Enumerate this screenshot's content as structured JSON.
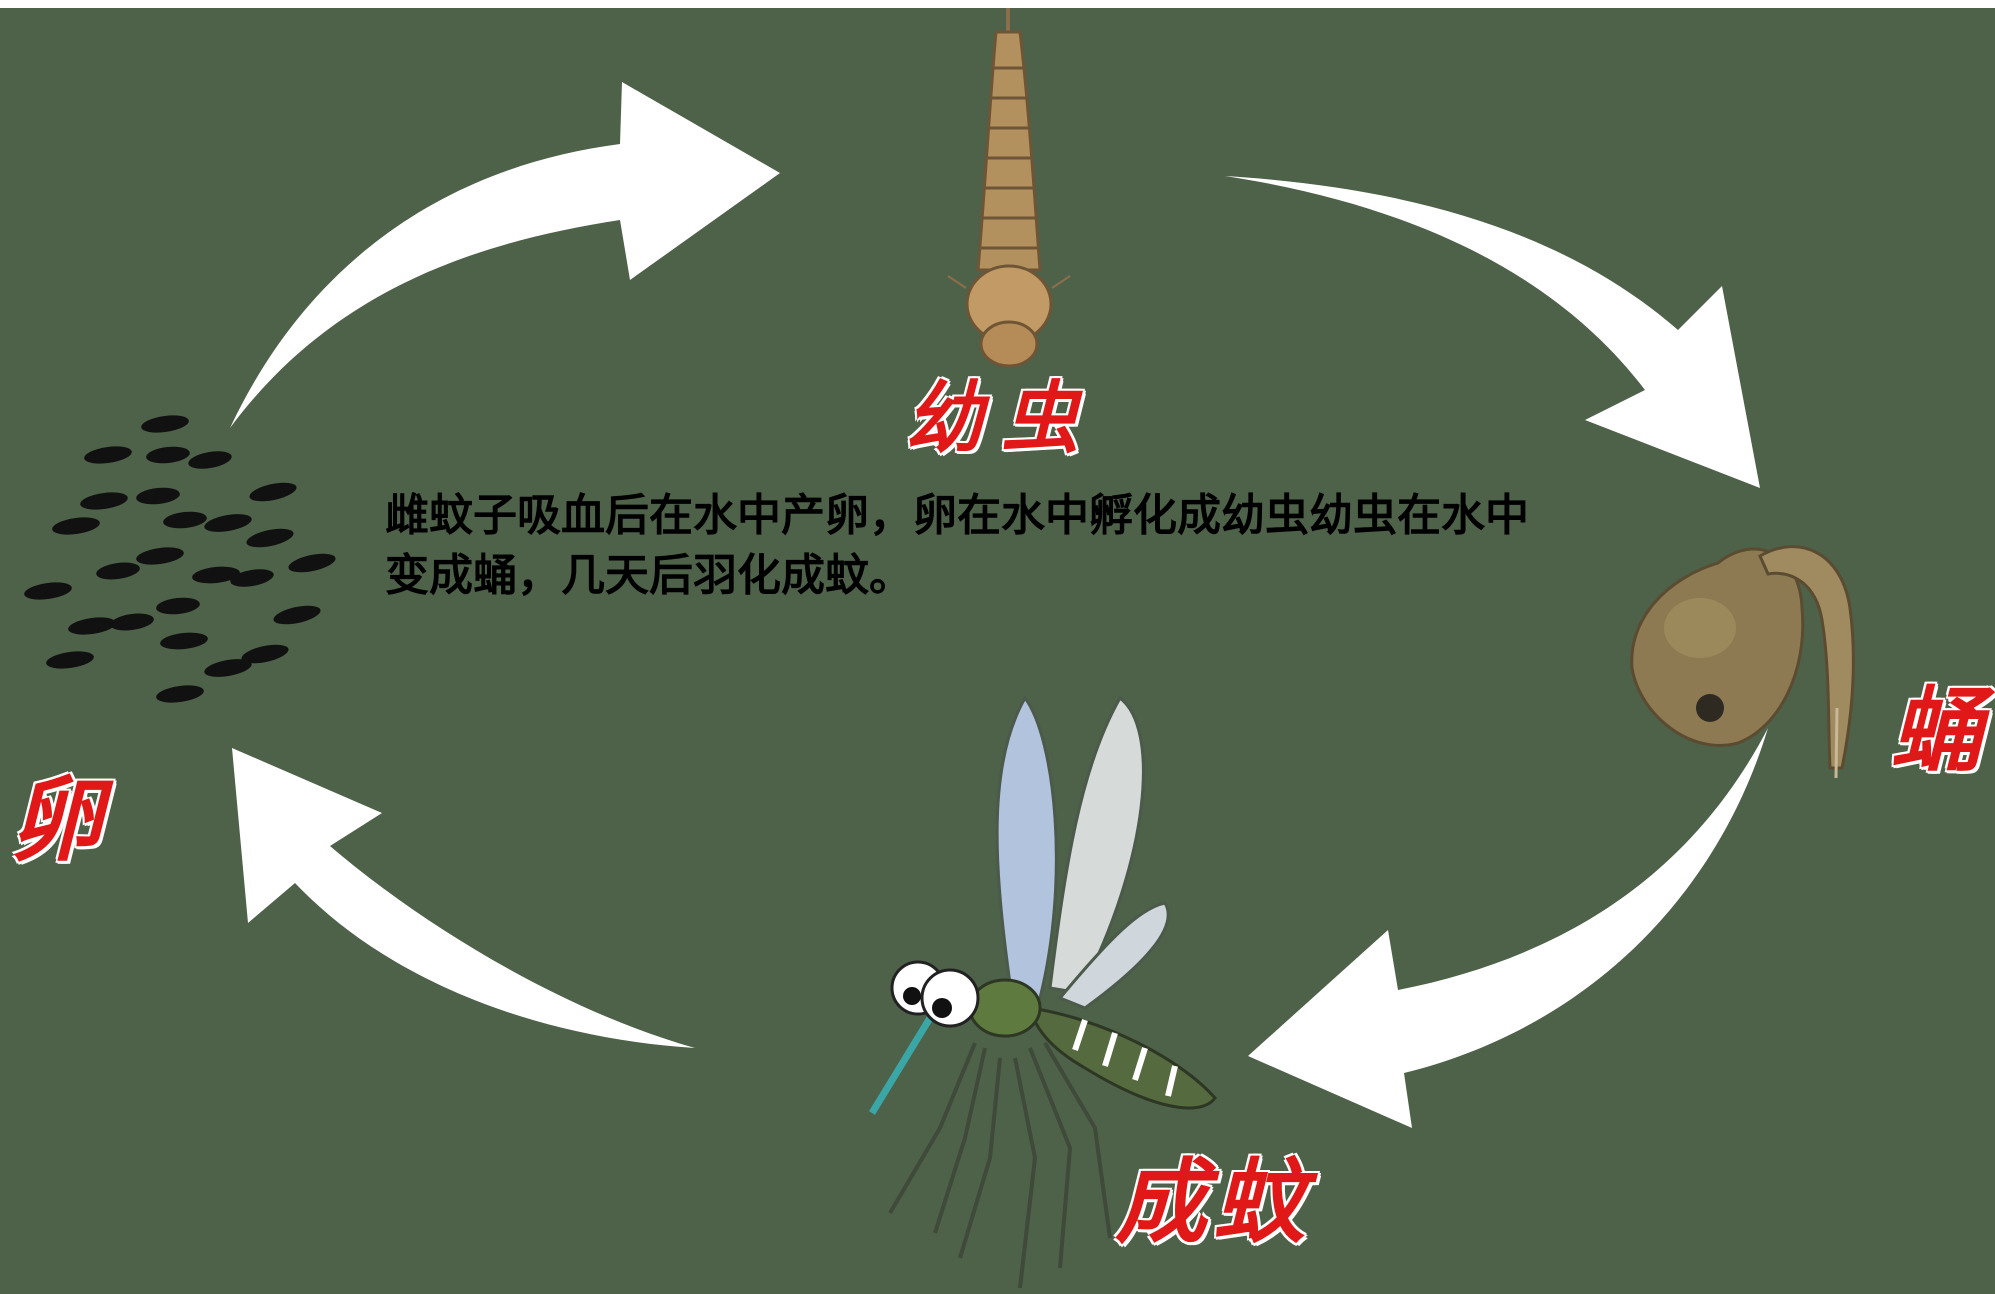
{
  "stages": {
    "larva": "幼虫",
    "pupa": "蛹",
    "adult": "成蚊",
    "egg": "卵"
  },
  "description": "雌蚊子吸血后在水中产卵，卵在水中孵化成幼虫幼虫在水中变成蛹，几天后羽化成蚊。",
  "colors": {
    "background": "#4e6149",
    "label": "#e01818",
    "arrow": "#ffffff",
    "text": "#000000"
  }
}
